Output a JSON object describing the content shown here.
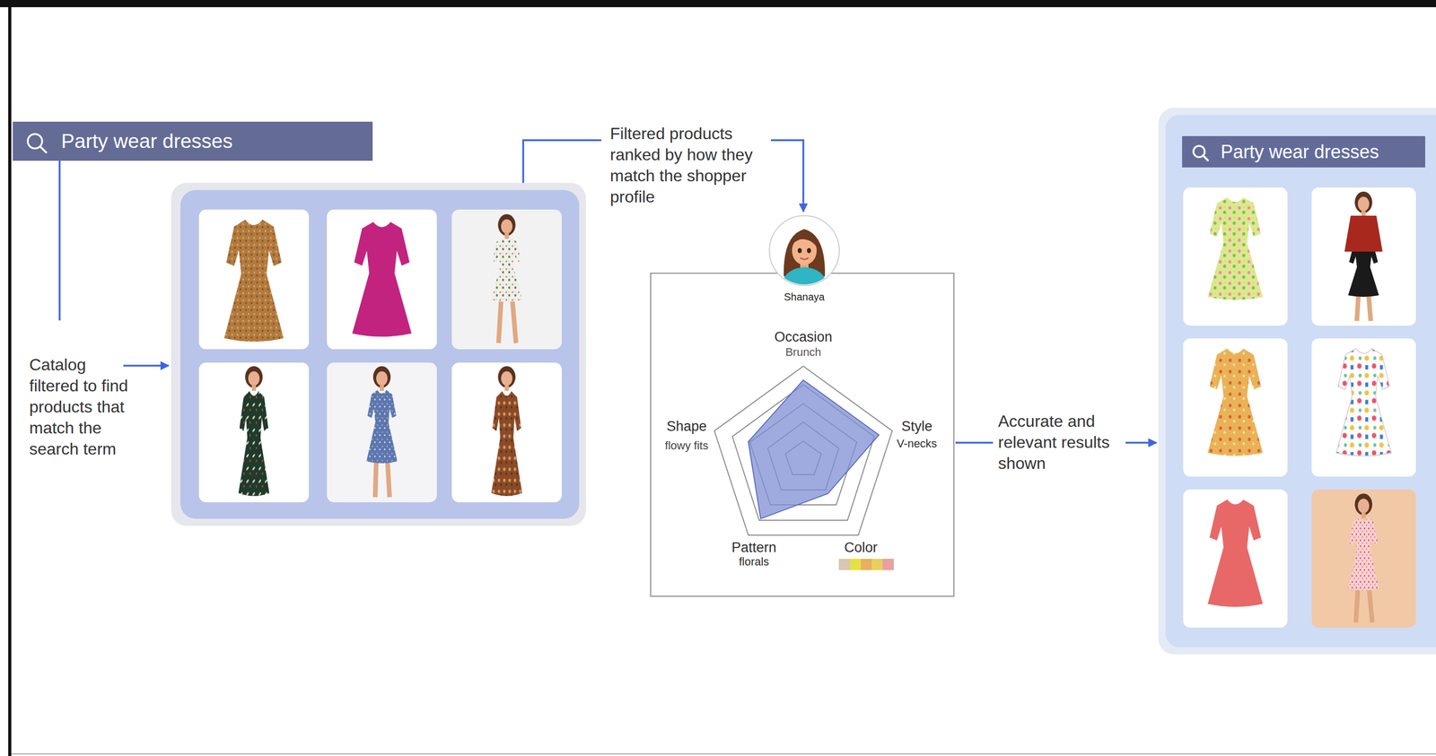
{
  "diagram": {
    "nodes": [
      {
        "text": [
          "Party wear dresses"
        ]
      },
      {
        "text": [
          "Shanaya"
        ]
      },
      {
        "text": [
          "Occasion",
          "Brunch",
          "Shape",
          "flowy fits",
          "Style",
          "V-necks",
          "Pattern",
          "florals",
          "Color"
        ]
      },
      {
        "text": [
          "Party wear dresses"
        ]
      }
    ],
    "labels": [
      "Catalog filtered to find products that match the search term",
      "Filtered products ranked by how they match the shopper profile",
      "Accurate and relevant results shown"
    ]
  }
}
